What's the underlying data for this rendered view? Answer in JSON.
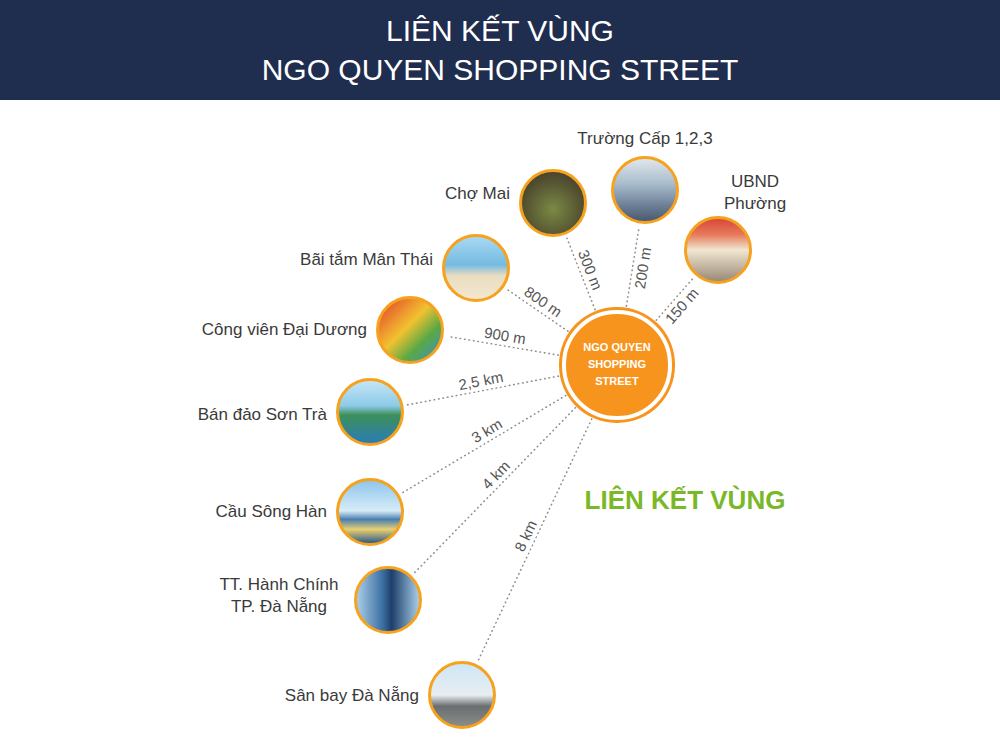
{
  "diagram": {
    "title": "LIÊN KẾT VÙNG",
    "nodes": [
      {
        "text": [
          "NGO QUYEN SHOPPING STREET"
        ]
      },
      {
        "text": [
          "Trường Cấp 1,2,3"
        ]
      },
      {
        "text": [
          "UBND Phường"
        ]
      },
      {
        "text": [
          "Chợ Mai"
        ]
      },
      {
        "text": [
          "Bãi tắm Mân Thái"
        ]
      },
      {
        "text": [
          "Công viên Đại Dương"
        ]
      },
      {
        "text": [
          "Bán đảo Sơn Trà"
        ]
      },
      {
        "text": [
          "Cầu Sông Hàn"
        ]
      },
      {
        "text": [
          "TT. Hành Chính TP. Đà Nẵng"
        ]
      },
      {
        "text": [
          "Sân bay Đà Nẵng"
        ]
      }
    ],
    "edges": [
      {
        "from": 0,
        "to": 1,
        "label": "200 m",
        "arrow": "none"
      },
      {
        "from": 0,
        "to": 2,
        "label": "150 m",
        "arrow": "none"
      },
      {
        "from": 0,
        "to": 3,
        "label": "300 m",
        "arrow": "none"
      },
      {
        "from": 0,
        "to": 4,
        "label": "800 m",
        "arrow": "none"
      },
      {
        "from": 0,
        "to": 5,
        "label": "900 m",
        "arrow": "none"
      },
      {
        "from": 0,
        "to": 6,
        "label": "2,5 km",
        "arrow": "none"
      },
      {
        "from": 0,
        "to": 7,
        "label": "3 km",
        "arrow": "none"
      },
      {
        "from": 0,
        "to": 8,
        "label": "4 km",
        "arrow": "none"
      },
      {
        "from": 0,
        "to": 9,
        "label": "8 km",
        "arrow": "none"
      }
    ],
    "labels": [
      "NGO QUYEN SHOPPING STREET",
      "LIÊN KẾT VÙNG"
    ]
  }
}
